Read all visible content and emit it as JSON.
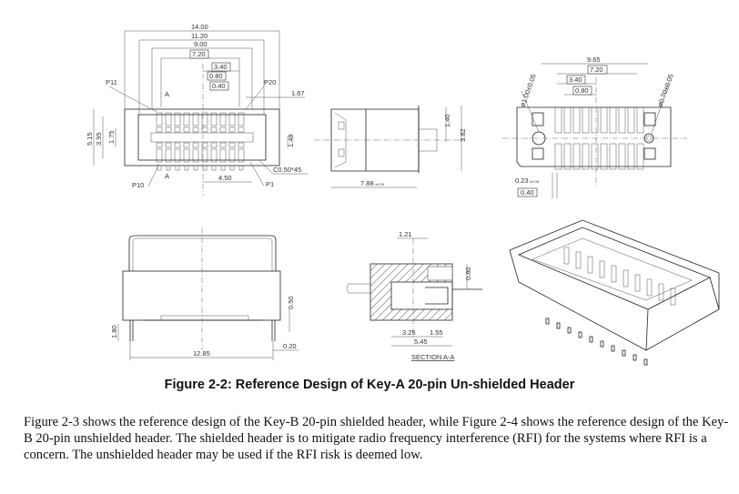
{
  "figure": {
    "caption": "Figure 2-2: Reference Design of Key-A 20-pin Un-shielded Header",
    "top_view": {
      "d_14_00": "14.00",
      "d_11_20": "11.20",
      "d_9_00": "9.00",
      "d_7_20": "7.20",
      "d_3_40": "3.40",
      "d_0_80": "0.80",
      "d_0_40": "0.40",
      "d_1_67": "1.67",
      "d_5_15": "5.15",
      "d_3_95": "3.95",
      "d_1_75": "1.75",
      "d_1_48": "1.48",
      "d_4_50": "4.50",
      "chamfer": "C0.50*45",
      "p11": "P11",
      "p20": "P20",
      "p10": "P10",
      "p1": "P1",
      "section_mark": "A"
    },
    "side_view": {
      "d_7_88": "7.88",
      "d_7_88_tol": "±0.05",
      "d_1_40": "1.40",
      "d_3_82": "3.82"
    },
    "pcb_view": {
      "d_9_65": "9.65",
      "d_7_20": "7.20",
      "d_3_40": "3.40",
      "d_0_80": "0.80",
      "hole_large": "ø1.00±0.05",
      "hole_small": "ø0.70±0.05",
      "d_0_23": "0.23",
      "d_0_23_tol": "±0.05",
      "d_0_40": "0.40"
    },
    "front_view": {
      "d_12_85": "12.85",
      "d_1_80": "1.80",
      "d_0_50": "0.50",
      "d_0_20": "0.20"
    },
    "section_view": {
      "d_1_21": "1.21",
      "d_0_80": "0.80",
      "d_3_25": "3.25",
      "d_1_55": "1.55",
      "d_5_45": "5.45",
      "title": "SECTION A-A"
    }
  },
  "body_text": "Figure 2-3 shows the reference design of the Key-B 20-pin shielded header, while Figure 2-4 shows the reference design of the Key-B 20-pin unshielded header. The shielded header is to mitigate radio frequency interference (RFI) for the systems where RFI is a concern. The unshielded header may be used if the RFI risk is deemed low."
}
